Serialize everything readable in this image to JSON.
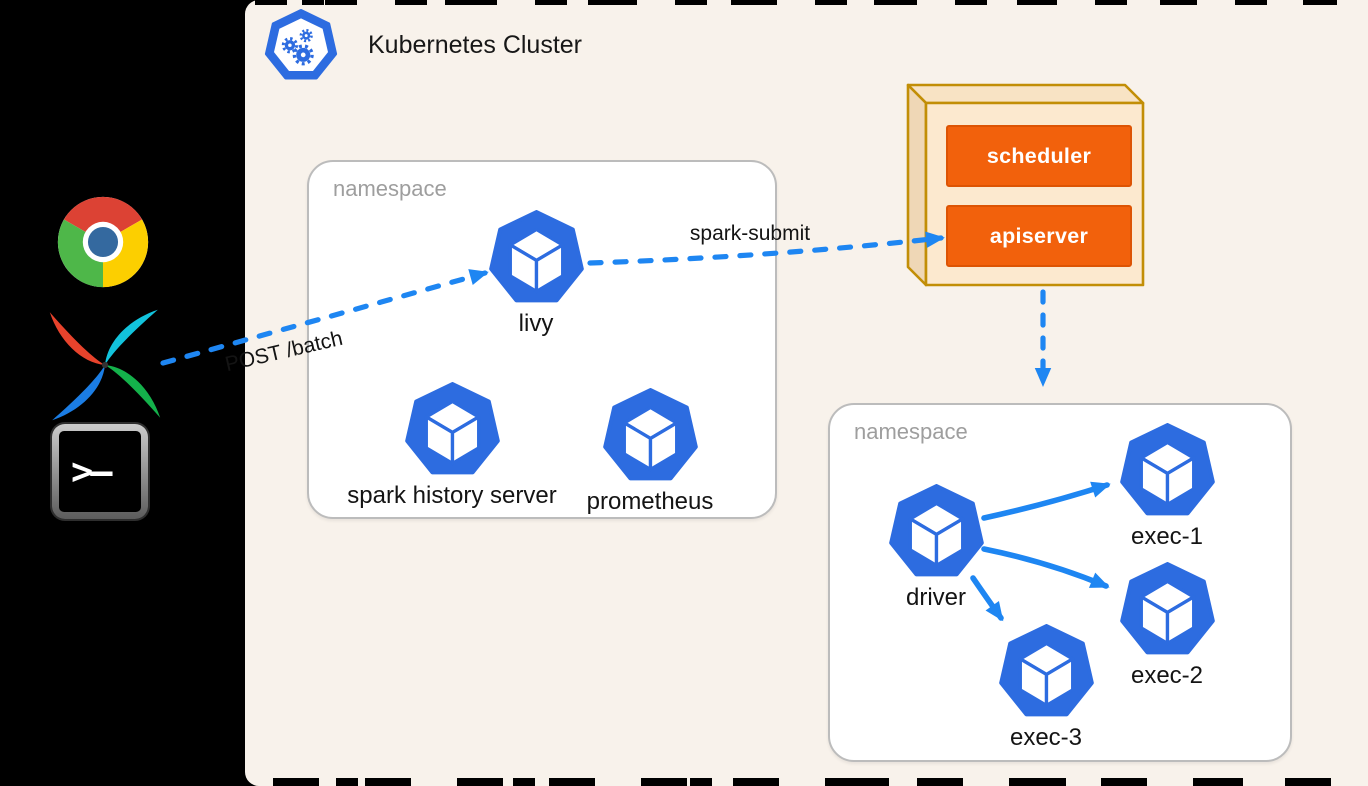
{
  "cluster": {
    "title": "Kubernetes Cluster",
    "icon": "kubernetes-logo"
  },
  "external_clients": [
    {
      "id": "chrome",
      "icon": "chrome-icon"
    },
    {
      "id": "airflow",
      "icon": "airflow-icon"
    },
    {
      "id": "terminal",
      "icon": "terminal-icon",
      "glyph": ">–"
    }
  ],
  "namespaces": [
    {
      "label": "namespace",
      "pods": [
        {
          "label": "livy"
        },
        {
          "label": "spark history server"
        },
        {
          "label": "prometheus"
        }
      ]
    },
    {
      "label": "namespace",
      "pods": [
        {
          "label": "driver"
        },
        {
          "label": "exec-1"
        },
        {
          "label": "exec-2"
        },
        {
          "label": "exec-3"
        }
      ]
    }
  ],
  "control_plane": {
    "components": [
      {
        "label": "scheduler"
      },
      {
        "label": "apiserver"
      }
    ]
  },
  "edges": [
    {
      "from": "airflow",
      "to": "livy",
      "label": "POST /batch",
      "style": "dashed"
    },
    {
      "from": "livy",
      "to": "apiserver",
      "label": "spark-submit",
      "style": "dashed"
    },
    {
      "from": "apiserver",
      "to": "namespace-2",
      "label": "",
      "style": "dashed"
    },
    {
      "from": "driver",
      "to": "exec-1",
      "label": "",
      "style": "solid"
    },
    {
      "from": "driver",
      "to": "exec-2",
      "label": "",
      "style": "solid"
    },
    {
      "from": "driver",
      "to": "exec-3",
      "label": "",
      "style": "solid"
    }
  ],
  "colors": {
    "panel_background": "#f8f2eb",
    "outside_background": "#000000",
    "kubernetes_blue": "#2d6ce0",
    "arrow_blue": "#1e86f2",
    "namespace_border": "#bcbcbc",
    "namespace_label": "#9e9e9e",
    "control_plane_fill": "#fce9cf",
    "control_plane_border": "#c28e06",
    "component_orange": "#f2610c",
    "component_text": "#ffffff"
  }
}
